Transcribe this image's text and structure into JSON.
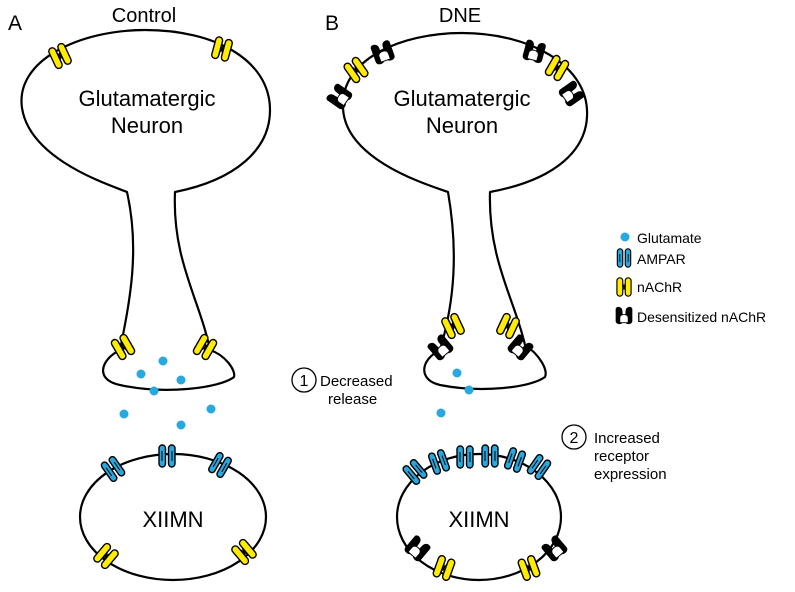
{
  "panels": {
    "a": {
      "letter": "A",
      "title": "Control",
      "neuron_label_line1": "Glutamatergic",
      "neuron_label_line2": "Neuron",
      "target_label": "XIIMN"
    },
    "b": {
      "letter": "B",
      "title": "DNE",
      "neuron_label_line1": "Glutamatergic",
      "neuron_label_line2": "Neuron",
      "target_label": "XIIMN"
    }
  },
  "annotations": {
    "one": {
      "number": "1",
      "line1": "Decreased",
      "line2": "release"
    },
    "two": {
      "number": "2",
      "line1": "Increased",
      "line2": "receptor",
      "line3": "expression"
    }
  },
  "legend": {
    "glutamate": "Glutamate",
    "ampar": "AMPAR",
    "nachr": "nAChR",
    "desensitized": "Desensitized nAChR"
  },
  "icons": {
    "glutamate": "glutamate-dot-icon",
    "ampar": "ampar-receptor-icon",
    "nachr": "nachr-receptor-icon",
    "desensitized": "desensitized-nachr-icon"
  },
  "colors": {
    "glutamate": "#29a8e0",
    "ampar": "#29a8e0",
    "nachr": "#ffec00",
    "desensitized": "#000000",
    "outline": "#000000"
  }
}
